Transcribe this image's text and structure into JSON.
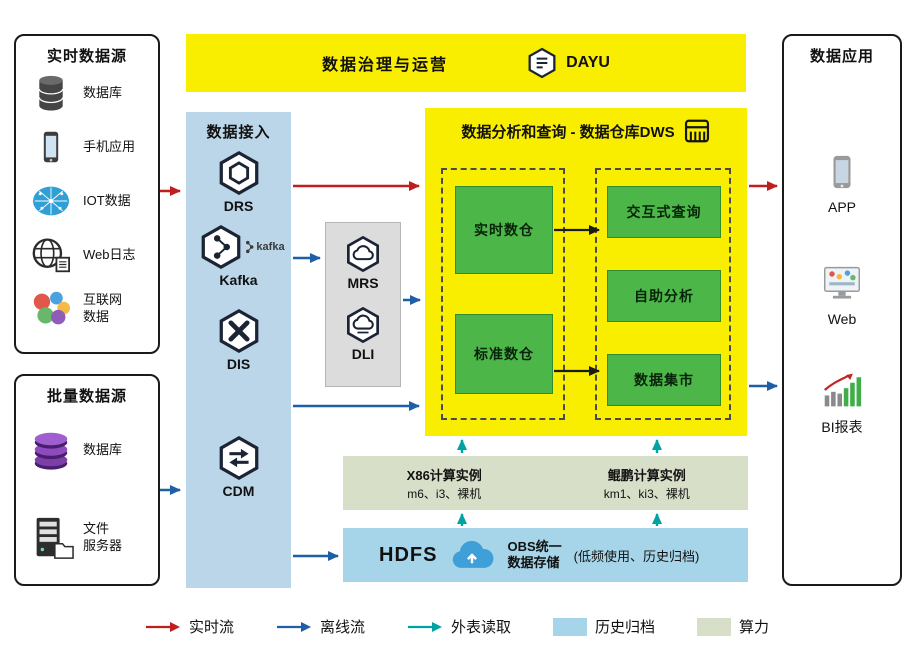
{
  "top_bar": {
    "title": "数据治理与运营",
    "logo_text": "DAYU"
  },
  "realtime_sources": {
    "title": "实时数据源",
    "items": [
      {
        "icon": "database-icon",
        "label": "数据库"
      },
      {
        "icon": "phone-icon",
        "label": "手机应用"
      },
      {
        "icon": "iot-icon",
        "label": "IOT数据"
      },
      {
        "icon": "weblog-icon",
        "label": "Web日志"
      },
      {
        "icon": "internet-data-icon",
        "label": "互联网\n数据"
      }
    ]
  },
  "batch_sources": {
    "title": "批量数据源",
    "items": [
      {
        "icon": "purple-database-icon",
        "label": "数据库"
      },
      {
        "icon": "file-server-icon",
        "label": "文件\n服务器"
      }
    ]
  },
  "ingestion": {
    "title": "数据接入",
    "kafka_wordmark": "kafka",
    "items": [
      {
        "icon": "drs-icon",
        "label": "DRS"
      },
      {
        "icon": "kafka-icon",
        "label": "Kafka"
      },
      {
        "icon": "dis-icon",
        "label": "DIS"
      },
      {
        "icon": "cdm-icon",
        "label": "CDM"
      }
    ]
  },
  "processing": {
    "items": [
      {
        "icon": "mrs-icon",
        "label": "MRS"
      },
      {
        "icon": "dli-icon",
        "label": "DLI"
      }
    ]
  },
  "dws": {
    "title": "数据分析和查询 - 数据仓库DWS",
    "left_items": [
      "实时数仓",
      "标准数仓"
    ],
    "right_items": [
      "交互式查询",
      "自助分析",
      "数据集市"
    ]
  },
  "compute": {
    "x86": {
      "title": "X86计算实例",
      "subtitle": "m6、i3、裸机"
    },
    "kunpeng": {
      "title": "鲲鹏计算实例",
      "subtitle": "km1、ki3、裸机"
    }
  },
  "storage": {
    "hdfs_label": "HDFS",
    "obs_title": "OBS统一\n数据存储",
    "obs_note": "(低频使用、历史归档)"
  },
  "applications": {
    "title": "数据应用",
    "items": [
      {
        "icon": "app-phone-icon",
        "label": "APP"
      },
      {
        "icon": "web-monitor-icon",
        "label": "Web"
      },
      {
        "icon": "bi-chart-icon",
        "label": "BI报表"
      }
    ]
  },
  "legend": {
    "realtime": "实时流",
    "offline": "离线流",
    "external": "外表读取",
    "archive": "历史归档",
    "compute": "算力"
  },
  "colors": {
    "governance_yellow": "#F9EE00",
    "green_box": "#4CB748",
    "ingestion_blue": "#BAD6E8",
    "storage_blue": "#A6D4E8",
    "compute_green": "#D8DFC8",
    "gray_box": "#DCDCDC",
    "arrow_realtime": "#BF1E1E",
    "arrow_offline": "#1F5FA8",
    "arrow_external": "#00A3A3"
  }
}
